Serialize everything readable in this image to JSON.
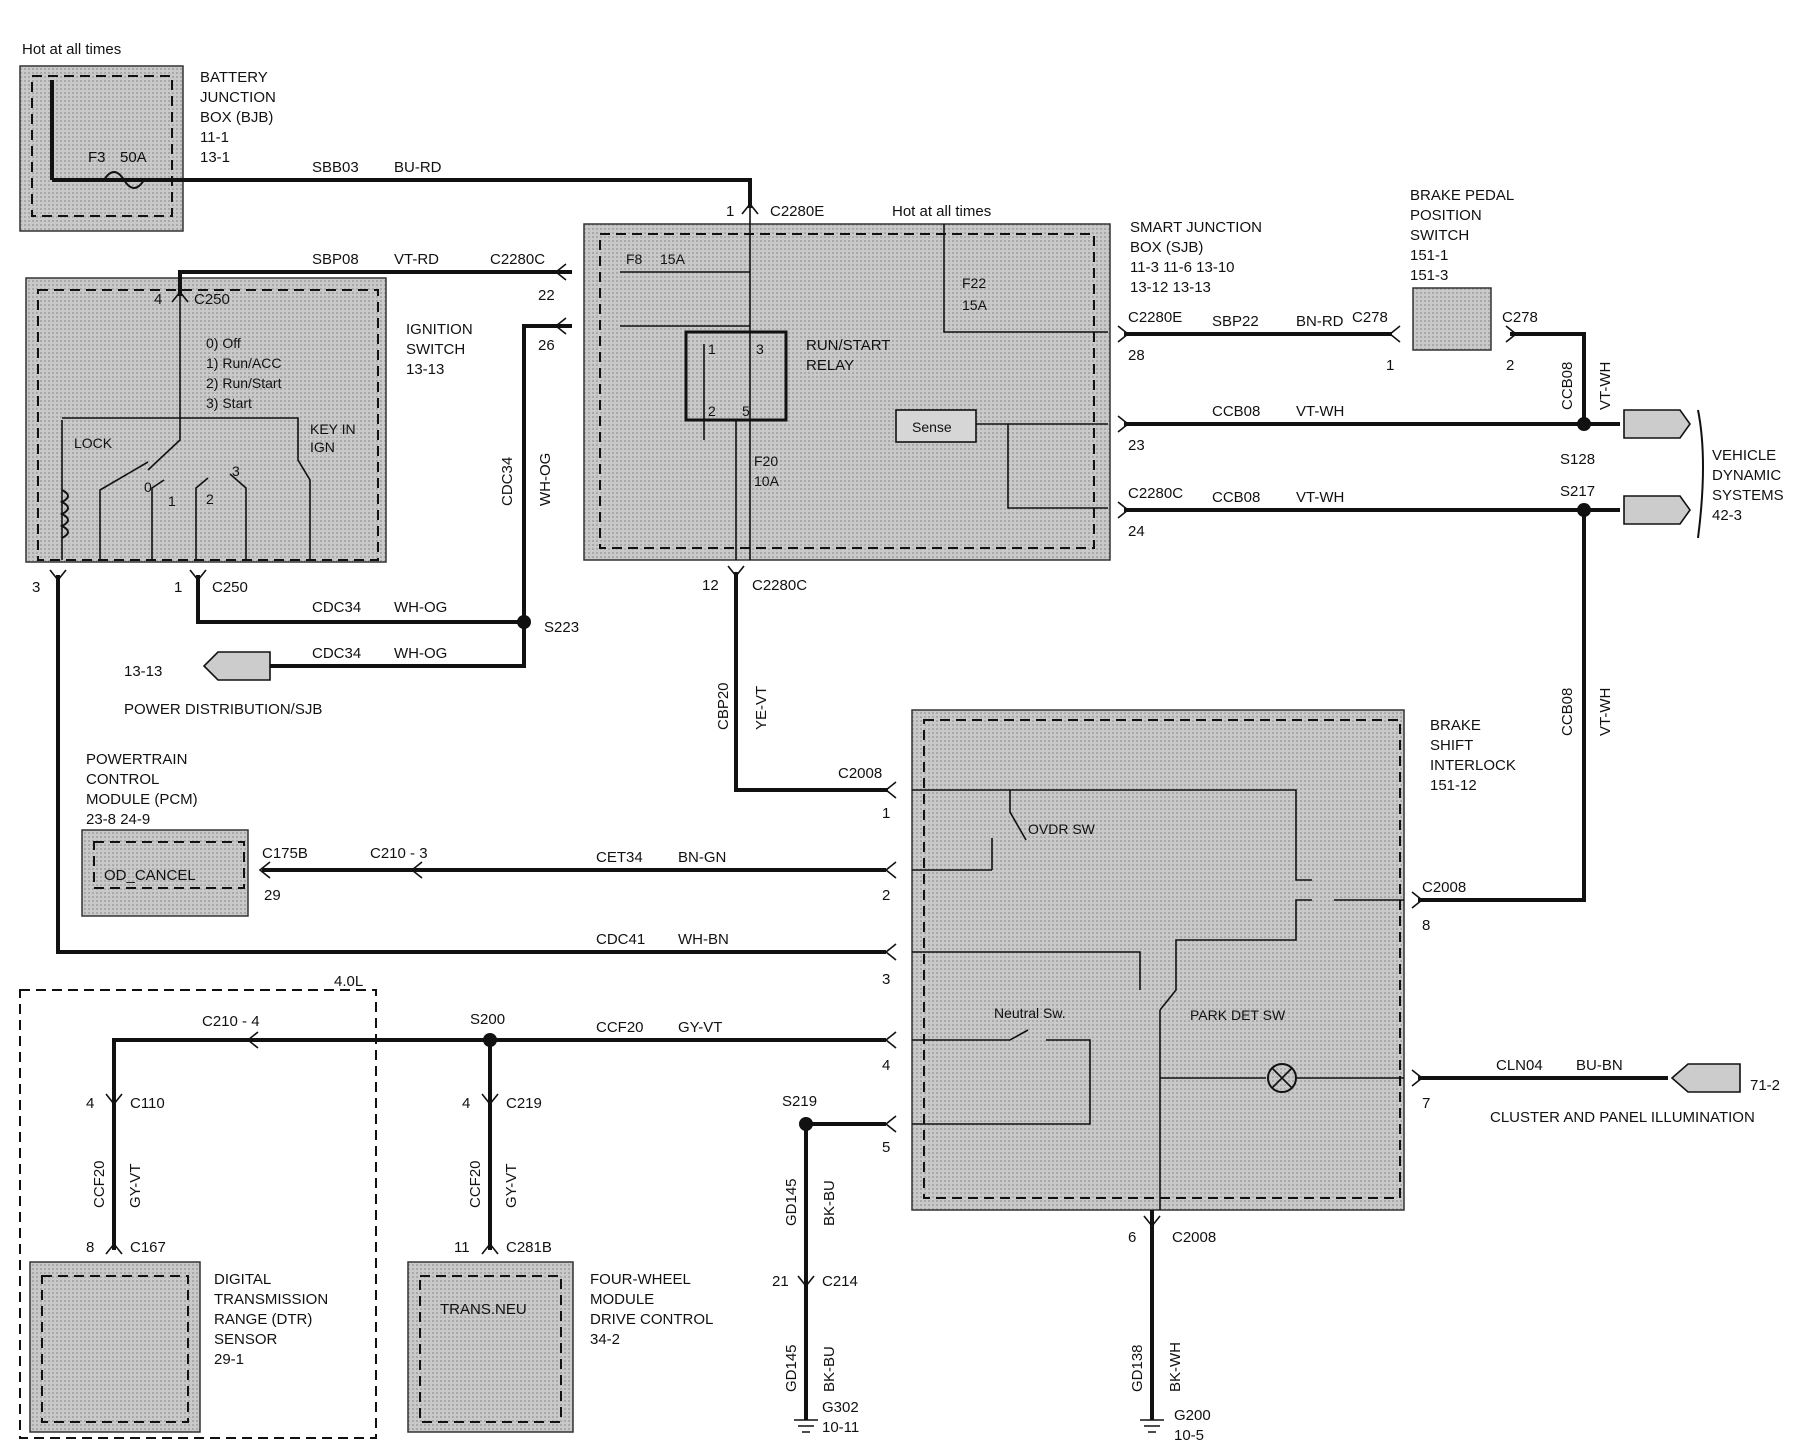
{
  "diagram": {
    "hot_top_left": "Hot at all times",
    "hot_sjb": "Hot at all times",
    "bjb": {
      "lines": [
        "BATTERY",
        "JUNCTION",
        "BOX (BJB)",
        "11-1",
        "13-1"
      ],
      "fuse_id": "F3",
      "fuse_amp": "50A"
    },
    "sjb": {
      "lines": [
        "SMART   JUNCTION",
        "BOX (SJB)",
        "11-3      11-6      13-10",
        "13-12      13-13"
      ],
      "f8": "F8",
      "f8_amp": "15A",
      "f22": "F22",
      "f22_amp": "15A",
      "f20": "F20",
      "f20_amp": "10A",
      "relay": "RUN/START",
      "relay2": "RELAY",
      "sense": "Sense"
    },
    "ignition": {
      "lines": [
        "IGNITION",
        "SWITCH",
        "13-13"
      ],
      "positions": [
        "0) Off",
        "1) Run/ACC",
        "2) Run/Start",
        "3) Start"
      ],
      "lock": "LOCK",
      "key1": "KEY IN",
      "key2": "IGN"
    },
    "brake_pedal": {
      "lines": [
        "BRAKE PEDAL",
        "POSITION",
        "SWITCH",
        "151-1",
        "151-3"
      ]
    },
    "vehicle_dynamic": {
      "lines": [
        "VEHICLE",
        "DYNAMIC",
        "SYSTEMS",
        "42-3"
      ]
    },
    "power_dist": {
      "ref": "13-13",
      "label": "POWER DISTRIBUTION/SJB"
    },
    "pcm": {
      "lines": [
        "POWERTRAIN",
        "CONTROL",
        "MODULE (PCM)",
        "23-8      24-9"
      ],
      "od": "OD_CANCEL"
    },
    "bsi": {
      "lines": [
        "BRAKE",
        "SHIFT",
        "INTERLOCK",
        "151-12"
      ],
      "ovdr": "OVDR SW",
      "neutral": "Neutral Sw.",
      "park": "PARK DET SW"
    },
    "cluster": {
      "ref": "71-2",
      "label": "CLUSTER AND PANEL ILLUMINATION"
    },
    "dtr": {
      "lines": [
        "DIGITAL",
        "TRANSMISSION",
        "RANGE (DTR)",
        "SENSOR",
        "29-1"
      ]
    },
    "fourwd": {
      "lines": [
        "FOUR-WHEEL",
        "MODULE",
        "DRIVE CONTROL",
        "34-2"
      ],
      "inside": "TRANS.NEU"
    },
    "engine_label": "4.0L",
    "wires": [
      {
        "circuit": "SBB03",
        "color": "BU-RD"
      },
      {
        "circuit": "SBP08",
        "color": "VT-RD"
      },
      {
        "circuit": "SBP22",
        "color": "BN-RD"
      },
      {
        "circuit": "CCB08",
        "color": "VT-WH"
      },
      {
        "circuit": "CCB08",
        "color": "VT-WH"
      },
      {
        "circuit": "CDC34",
        "color": "WH-OG"
      },
      {
        "circuit": "CDC34",
        "color": "WH-OG"
      },
      {
        "circuit": "CET34",
        "color": "BN-GN"
      },
      {
        "circuit": "CDC41",
        "color": "WH-BN"
      },
      {
        "circuit": "CCF20",
        "color": "GY-VT"
      },
      {
        "circuit": "CLN04",
        "color": "BU-BN"
      }
    ],
    "vertical_wires": [
      {
        "circuit": "CDC34",
        "color": "WH-OG"
      },
      {
        "circuit": "CBP20",
        "color": "YE-VT"
      },
      {
        "circuit": "CCB08",
        "color": "VT-WH"
      },
      {
        "circuit": "CCB08",
        "color": "VT-WH"
      },
      {
        "circuit": "CCF20",
        "color": "GY-VT"
      },
      {
        "circuit": "CCF20",
        "color": "GY-VT"
      },
      {
        "circuit": "GD145",
        "color": "BK-BU"
      },
      {
        "circuit": "GD145",
        "color": "BK-BU"
      },
      {
        "circuit": "GD138",
        "color": "BK-WH"
      }
    ],
    "connectors": [
      "C2280E",
      "C2280C",
      "C250",
      "C250",
      "C278",
      "C278",
      "C2280E",
      "C2280C",
      "C2280C",
      "C2008",
      "C175B",
      "C210  -  3",
      "C2008",
      "C210  -  4",
      "C110",
      "C219",
      "C167",
      "C281B",
      "C214",
      "C2008"
    ],
    "pins": [
      "1",
      "22",
      "26",
      "4",
      "3",
      "1",
      "28",
      "1",
      "2",
      "23",
      "24",
      "12",
      "1",
      "29",
      "2",
      "8",
      "3",
      "4",
      "5",
      "7",
      "4",
      "4",
      "8",
      "11",
      "21",
      "6"
    ],
    "splices": [
      "S223",
      "S128",
      "S217",
      "S200",
      "S219"
    ],
    "grounds": [
      {
        "id": "G302",
        "ref": "10-11"
      },
      {
        "id": "G200",
        "ref": "10-5"
      }
    ],
    "relay_pins": [
      "1",
      "3",
      "2",
      "5"
    ],
    "ign_contacts": [
      "0",
      "1",
      "2",
      "3"
    ]
  }
}
